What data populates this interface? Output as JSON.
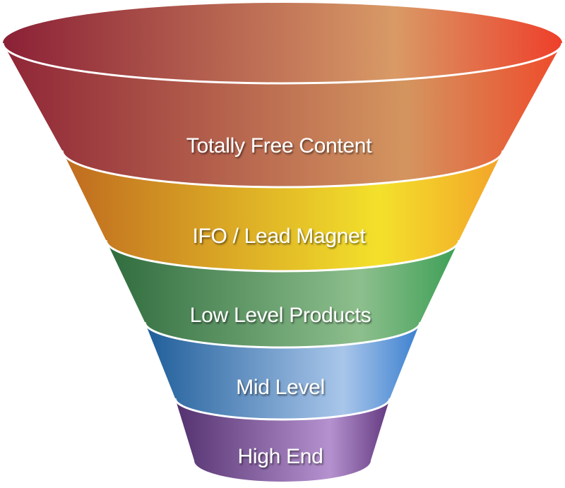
{
  "funnel": {
    "stages": [
      {
        "label": "Totally Free Content",
        "colors": {
          "dark": "#8f2537",
          "mid": "#d4955f",
          "bright": "#ef4a2a"
        }
      },
      {
        "label": "IFO / Lead Magnet",
        "colors": {
          "dark": "#bf6a1f",
          "mid": "#f3e12b",
          "bright": "#f3a32a"
        }
      },
      {
        "label": "Low Level Products",
        "colors": {
          "dark": "#2f6b3d",
          "mid": "#8dbf8d",
          "bright": "#3c9f55"
        }
      },
      {
        "label": "Mid Level",
        "colors": {
          "dark": "#1e5d99",
          "mid": "#a9c6ea",
          "bright": "#3a7fcf"
        }
      },
      {
        "label": "High End",
        "colors": {
          "dark": "#53306e",
          "mid": "#b592cf",
          "bright": "#63387f"
        }
      }
    ]
  }
}
